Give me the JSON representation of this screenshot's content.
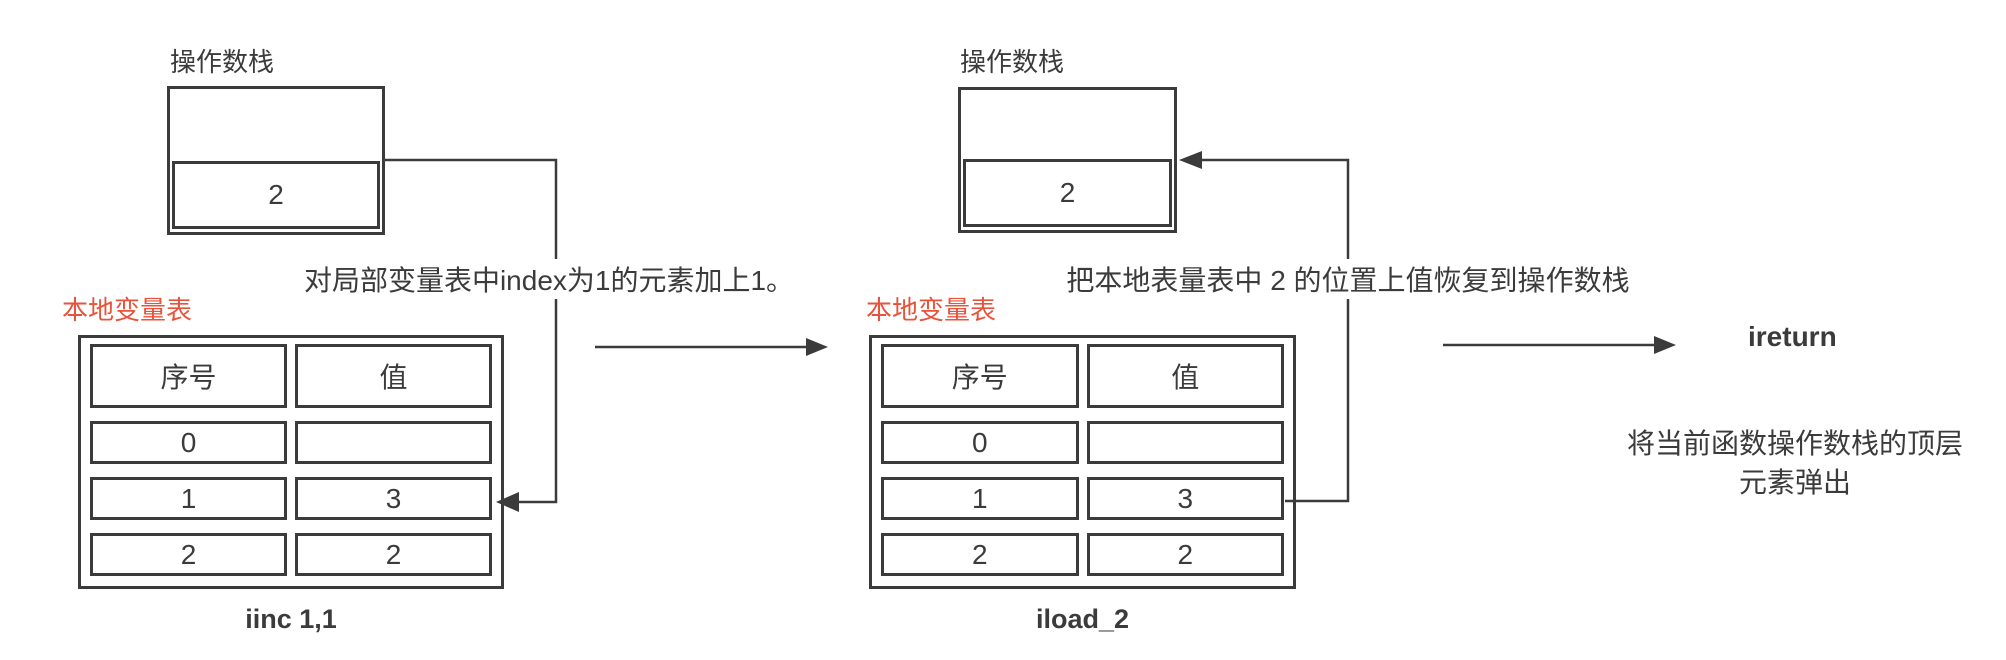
{
  "palette": {
    "ink": "#3b3b3b",
    "red": "#e8533c",
    "background": "#ffffff"
  },
  "diagram1": {
    "stack_label": "操作数栈",
    "stack_value": "2",
    "table_label": "本地变量表",
    "annotation": "对局部变量表中index为1的元素加上1。",
    "instruction": "iinc 1,1",
    "table": {
      "headers": [
        "序号",
        "值"
      ],
      "rows": [
        {
          "index": "0",
          "value": ""
        },
        {
          "index": "1",
          "value": "3"
        },
        {
          "index": "2",
          "value": "2"
        }
      ]
    }
  },
  "diagram2": {
    "stack_label": "操作数栈",
    "stack_value": "2",
    "table_label": "本地变量表",
    "annotation": "把本地表量表中 2 的位置上值恢复到操作数栈",
    "instruction": "iload_2",
    "table": {
      "headers": [
        "序号",
        "值"
      ],
      "rows": [
        {
          "index": "0",
          "value": ""
        },
        {
          "index": "1",
          "value": "3"
        },
        {
          "index": "2",
          "value": "2"
        }
      ]
    }
  },
  "right": {
    "instruction": "ireturn",
    "description_line1": "将当前函数操作数栈的顶层",
    "description_line2": "元素弹出"
  }
}
